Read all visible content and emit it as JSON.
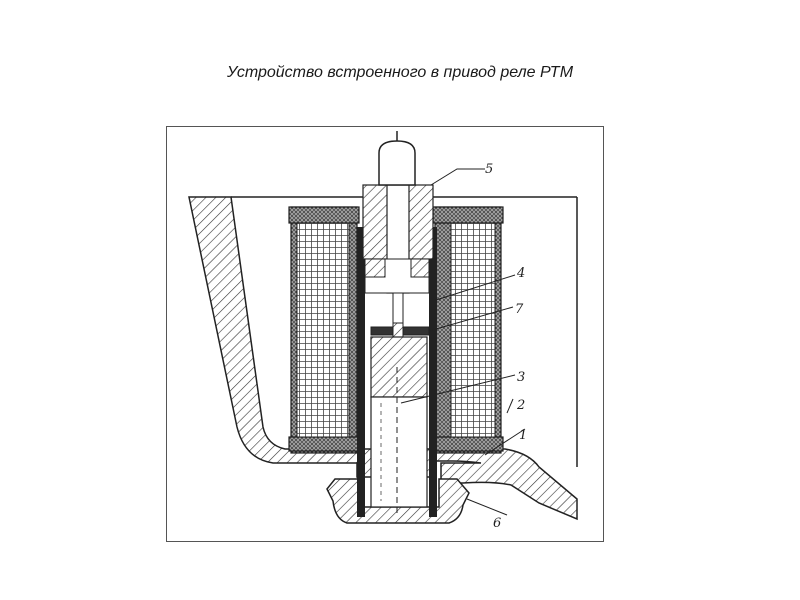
{
  "title": "Устройство встроенного в привод реле РТМ",
  "callouts": {
    "c1": "1",
    "c2": "2",
    "c3": "3",
    "c4": "4",
    "c5": "5",
    "c6": "6",
    "c7": "7"
  }
}
